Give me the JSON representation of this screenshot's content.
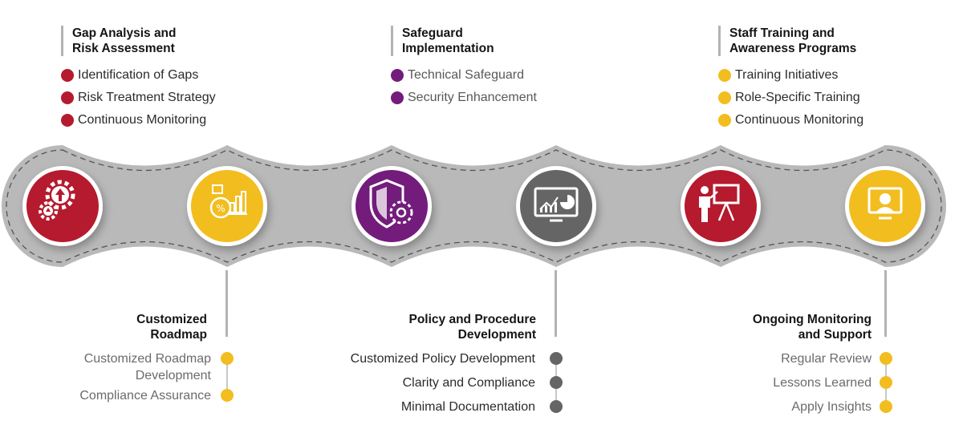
{
  "colors": {
    "red": "#b51a2e",
    "yellow": "#f2bd1f",
    "purple": "#731c7c",
    "gray": "#656565",
    "band": "#b9b9b9",
    "dash": "#555555"
  },
  "stages": [
    {
      "icon": "gears-upload-icon",
      "color": "#b51a2e"
    },
    {
      "icon": "analytics-chart-icon",
      "color": "#f2bd1f"
    },
    {
      "icon": "shield-gear-icon",
      "color": "#731c7c"
    },
    {
      "icon": "dashboard-monitor-icon",
      "color": "#656565"
    },
    {
      "icon": "presenter-board-icon",
      "color": "#b51a2e"
    },
    {
      "icon": "user-monitor-icon",
      "color": "#f2bd1f"
    }
  ],
  "top_sections": [
    {
      "title": "Gap Analysis and\nRisk Assessment",
      "dot_color": "#b51a2e",
      "items": [
        "Identification of Gaps",
        "Risk Treatment Strategy",
        "Continuous Monitoring"
      ]
    },
    {
      "title": "Safeguard\nImplementation",
      "dot_color": "#731c7c",
      "items": [
        "Technical Safeguard",
        "Security Enhancement"
      ]
    },
    {
      "title": "Staff Training and\nAwareness Programs",
      "dot_color": "#f2bd1f",
      "items": [
        "Training Initiatives",
        "Role-Specific Training",
        "Continuous Monitoring"
      ]
    }
  ],
  "bottom_sections": [
    {
      "title": "Customized\nRoadmap",
      "dot_color": "#f2bd1f",
      "items": [
        "Customized Roadmap\nDevelopment",
        "Compliance Assurance"
      ]
    },
    {
      "title": "Policy and Procedure\nDevelopment",
      "dot_color": "#656565",
      "items": [
        "Customized Policy Development",
        "Clarity and Compliance",
        "Minimal Documentation"
      ]
    },
    {
      "title": "Ongoing Monitoring\nand Support",
      "dot_color": "#f2bd1f",
      "items": [
        "Regular Review",
        "Lessons Learned",
        "Apply Insights"
      ]
    }
  ]
}
